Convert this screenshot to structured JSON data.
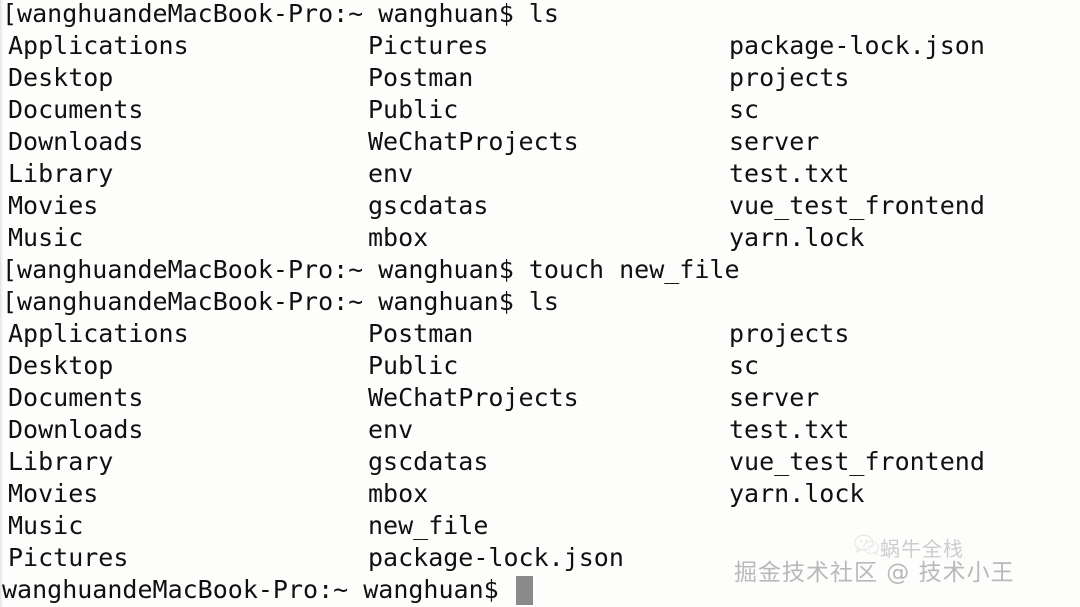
{
  "window": {
    "background_color": "#fdfdfc",
    "text_color": "#101010",
    "corner_accent_color": "#2f6fc4",
    "cursor_color": "#8a8a8a"
  },
  "shell": {
    "prompt": "wanghuandeMacBook-Pro:~ wanghuan$",
    "prompt_bracket": "[",
    "host": "wanghuandeMacBook-Pro",
    "cwd": "~",
    "user": "wanghuan"
  },
  "session": {
    "lines": [
      {
        "type": "prompt",
        "bracket": "[",
        "prompt": "wanghuandeMacBook-Pro:~ wanghuan$",
        "command": "ls"
      },
      {
        "type": "listing",
        "c1": "Applications",
        "c2": "Pictures",
        "c3": "package-lock.json"
      },
      {
        "type": "listing",
        "c1": "Desktop",
        "c2": "Postman",
        "c3": "projects"
      },
      {
        "type": "listing",
        "c1": "Documents",
        "c2": "Public",
        "c3": "sc"
      },
      {
        "type": "listing",
        "c1": "Downloads",
        "c2": "WeChatProjects",
        "c3": "server"
      },
      {
        "type": "listing",
        "c1": "Library",
        "c2": "env",
        "c3": "test.txt"
      },
      {
        "type": "listing",
        "c1": "Movies",
        "c2": "gscdatas",
        "c3": "vue_test_frontend"
      },
      {
        "type": "listing",
        "c1": "Music",
        "c2": "mbox",
        "c3": "yarn.lock"
      },
      {
        "type": "prompt",
        "bracket": "[",
        "prompt": "wanghuandeMacBook-Pro:~ wanghuan$",
        "command": "touch new_file"
      },
      {
        "type": "prompt",
        "bracket": "[",
        "prompt": "wanghuandeMacBook-Pro:~ wanghuan$",
        "command": "ls"
      },
      {
        "type": "listing",
        "c1": "Applications",
        "c2": "Postman",
        "c3": "projects"
      },
      {
        "type": "listing",
        "c1": "Desktop",
        "c2": "Public",
        "c3": "sc"
      },
      {
        "type": "listing",
        "c1": "Documents",
        "c2": "WeChatProjects",
        "c3": "server"
      },
      {
        "type": "listing",
        "c1": "Downloads",
        "c2": "env",
        "c3": "test.txt"
      },
      {
        "type": "listing",
        "c1": "Library",
        "c2": "gscdatas",
        "c3": "vue_test_frontend"
      },
      {
        "type": "listing",
        "c1": "Movies",
        "c2": "mbox",
        "c3": "yarn.lock"
      },
      {
        "type": "listing",
        "c1": "Music",
        "c2": "new_file",
        "c3": ""
      },
      {
        "type": "listing",
        "c1": "Pictures",
        "c2": "package-lock.json",
        "c3": ""
      },
      {
        "type": "prompt",
        "bracket": "",
        "prompt": "wanghuandeMacBook-Pro:~ wanghuan$",
        "command": "",
        "cursor": true
      }
    ]
  },
  "watermarks": {
    "community": "掘金技术社区 @ 技术小王",
    "account": "蜗牛全栈",
    "logo_icon": "wechat-icon"
  }
}
